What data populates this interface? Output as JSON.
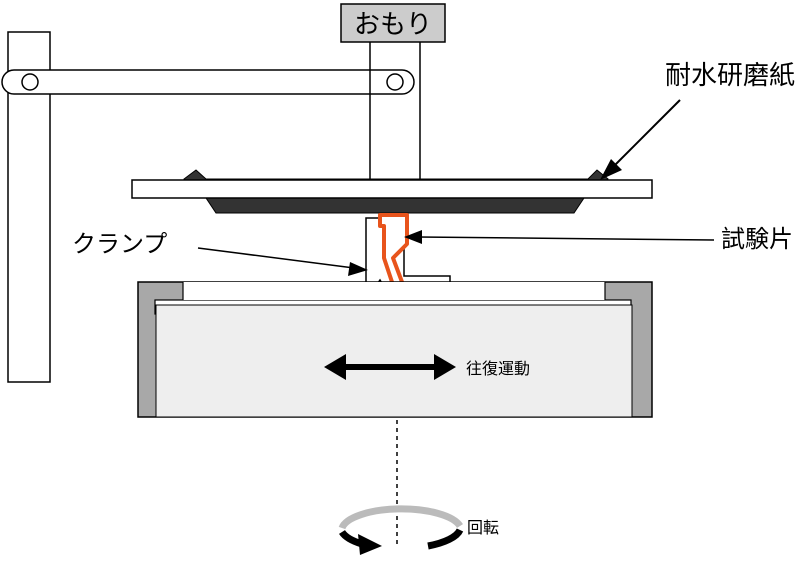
{
  "labels": {
    "weight": "おもり",
    "abrasive_paper": "耐水研磨紙",
    "specimen": "試験片",
    "clamp": "クランプ",
    "reciprocating_motion": "往復運動",
    "rotation": "回転"
  },
  "colors": {
    "specimen": "#e8541c",
    "frame_gray": "#a8a8a8",
    "stage_fill": "#eeeeee",
    "weight_box": "#cccccc",
    "paper_dark": "#333333"
  },
  "icons": {
    "motion_arrow": "double-headed-arrow-icon",
    "rotation_arrow": "circular-arrow-icon"
  }
}
